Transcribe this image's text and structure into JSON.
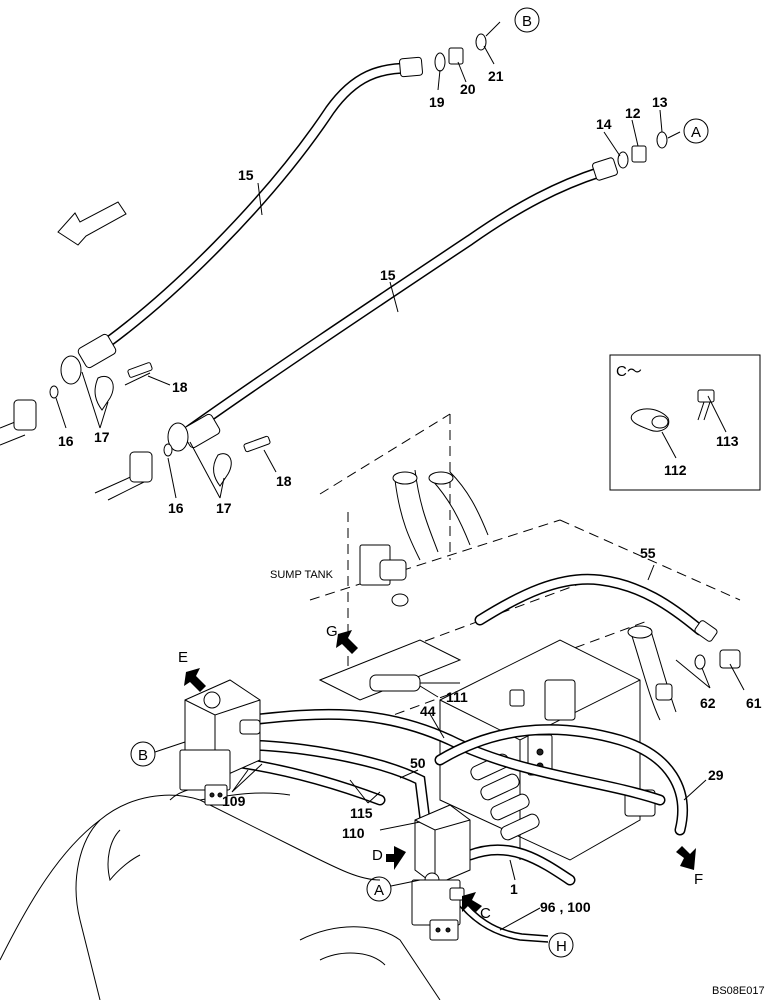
{
  "callouts": {
    "c15a": "15",
    "c15b": "15",
    "c16a": "16",
    "c16b": "16",
    "c17a": "17",
    "c17b": "17",
    "c18a": "18",
    "c18b": "18",
    "c19": "19",
    "c20": "20",
    "c21": "21",
    "c14": "14",
    "c12": "12",
    "c13": "13",
    "c55": "55",
    "c62": "62",
    "c61": "61",
    "c111": "111",
    "c44": "44",
    "c50": "50",
    "c29": "29",
    "c109": "109",
    "c115": "115",
    "c110": "110",
    "c1": "1",
    "c96_100": "96 , 100",
    "c112": "112",
    "c113": "113"
  },
  "markers": {
    "B_top": "B",
    "A_top": "A",
    "B_left": "B",
    "A_bottom": "A",
    "H": "H"
  },
  "arrows": {
    "E": "E",
    "G": "G",
    "F": "F",
    "D": "D",
    "C": "C"
  },
  "labels": {
    "sump_tank": "SUMP TANK",
    "detail_c_title": "C～",
    "doc_code": "BS08E017"
  }
}
